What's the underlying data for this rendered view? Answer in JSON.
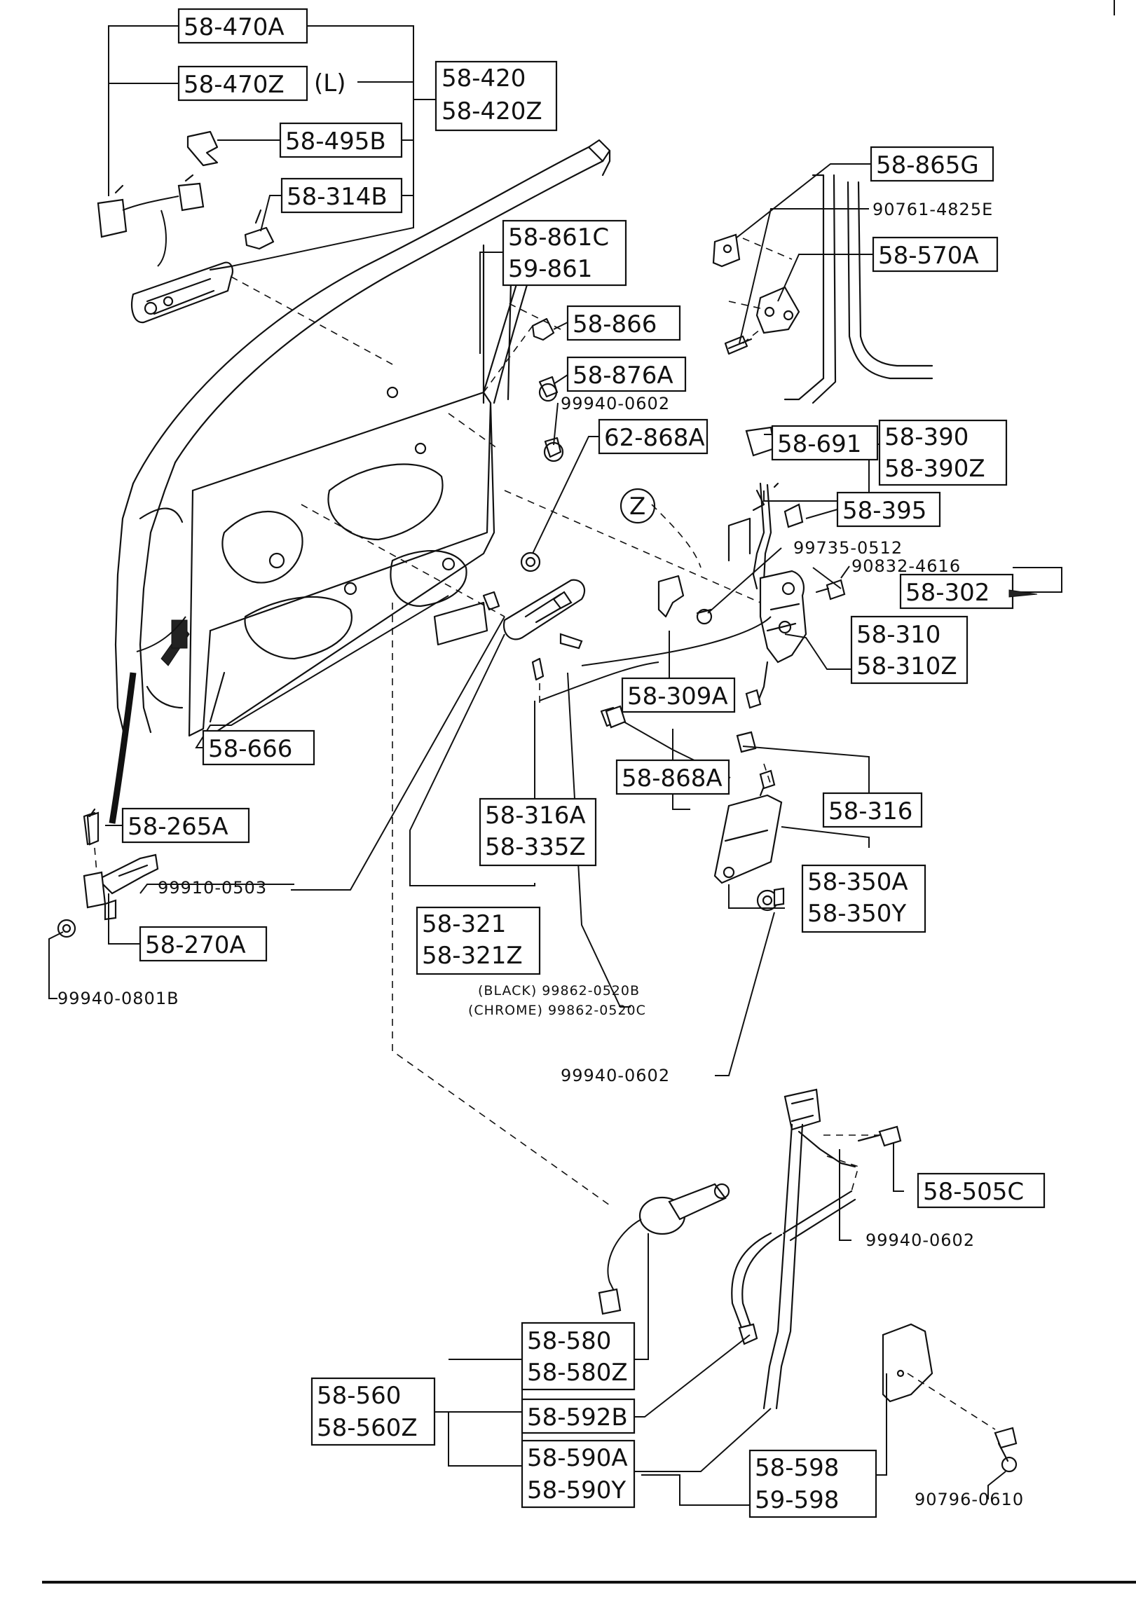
{
  "diagram": {
    "labels": {
      "l_58_470A": "58-470A",
      "l_58_470Z": "58-470Z",
      "l_L": "(L)",
      "l_58_420": "58-420",
      "l_58_420Z": "58-420Z",
      "l_58_495B": "58-495B",
      "l_58_314B": "58-314B",
      "l_58_861C": "58-861C",
      "l_59_861": "59-861",
      "l_58_866": "58-866",
      "l_58_876A": "58-876A",
      "l_99940_0602_a": "99940-0602",
      "l_62_868A": "62-868A",
      "l_58_865G": "58-865G",
      "l_90761_4825E": "90761-4825E",
      "l_58_570A": "58-570A",
      "l_58_691": "58-691",
      "l_58_390": "58-390",
      "l_58_390Z": "58-390Z",
      "l_58_395": "58-395",
      "l_Z": "Z",
      "l_99735_0512": "99735-0512",
      "l_90832_4616": "90832-4616",
      "l_58_302": "58-302",
      "l_58_310": "58-310",
      "l_58_310Z": "58-310Z",
      "l_58_309A": "58-309A",
      "l_58_666": "58-666",
      "l_58_868A": "58-868A",
      "l_58_316": "58-316",
      "l_58_265A": "58-265A",
      "l_58_316A": "58-316A",
      "l_58_335Z": "58-335Z",
      "l_99910_0503": "99910-0503",
      "l_58_350A": "58-350A",
      "l_58_350Y": "58-350Y",
      "l_58_270A": "58-270A",
      "l_58_321": "58-321",
      "l_58_321Z": "58-321Z",
      "l_99940_0801B": "99940-0801B",
      "l_black_pn": "(BLACK) 99862-0520B",
      "l_chrome_pn": "(CHROME) 99862-0520C",
      "l_99940_0602_b": "99940-0602",
      "l_58_505C": "58-505C",
      "l_99940_0602_c": "99940-0602",
      "l_58_580": "58-580",
      "l_58_580Z": "58-580Z",
      "l_58_560": "58-560",
      "l_58_560Z": "58-560Z",
      "l_58_592B": "58-592B",
      "l_58_590A": "58-590A",
      "l_58_590Y": "58-590Y",
      "l_58_598": "58-598",
      "l_59_598": "59-598",
      "l_90796_0610": "90796-0610"
    }
  }
}
